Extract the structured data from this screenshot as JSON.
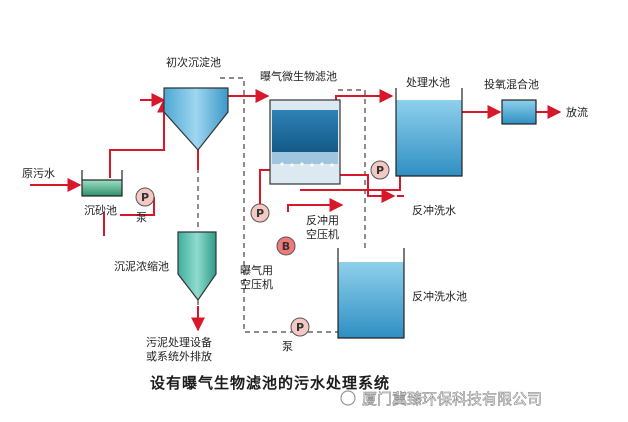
{
  "labels": {
    "primary_settler": "初次沉淀池",
    "baf": "曝气微生物滤池",
    "treated_tank": "处理水池",
    "dosing_tank": "投氧混合池",
    "discharge": "放流",
    "raw_sewage": "原污水",
    "grit_chamber": "沉砂池",
    "pump_1": "泵",
    "pump_2": "泵",
    "sludge_thickener": "沉泥浓缩池",
    "sludge_disposal": [
      "污泥处理设备",
      "或系统外排放"
    ],
    "backwash_compressor": [
      "反冲用",
      "空压机"
    ],
    "aeration_compressor": [
      "曝气用",
      "空压机"
    ],
    "backwash_water": "反冲洗水",
    "backwash_tank": "反冲洗水池"
  },
  "symbols": {
    "pump": "P",
    "blower": "B"
  },
  "caption": "设有曝气生物滤池的污水处理系统",
  "watermark": "厦门冀臻环保科技有限公司",
  "colors": {
    "pipe": "#d8182a",
    "water_light": "#5fb8da",
    "water_dark": "#1f6e9c",
    "pump_fill": "#f4c9c4",
    "blower_fill": "#f07a7a"
  }
}
